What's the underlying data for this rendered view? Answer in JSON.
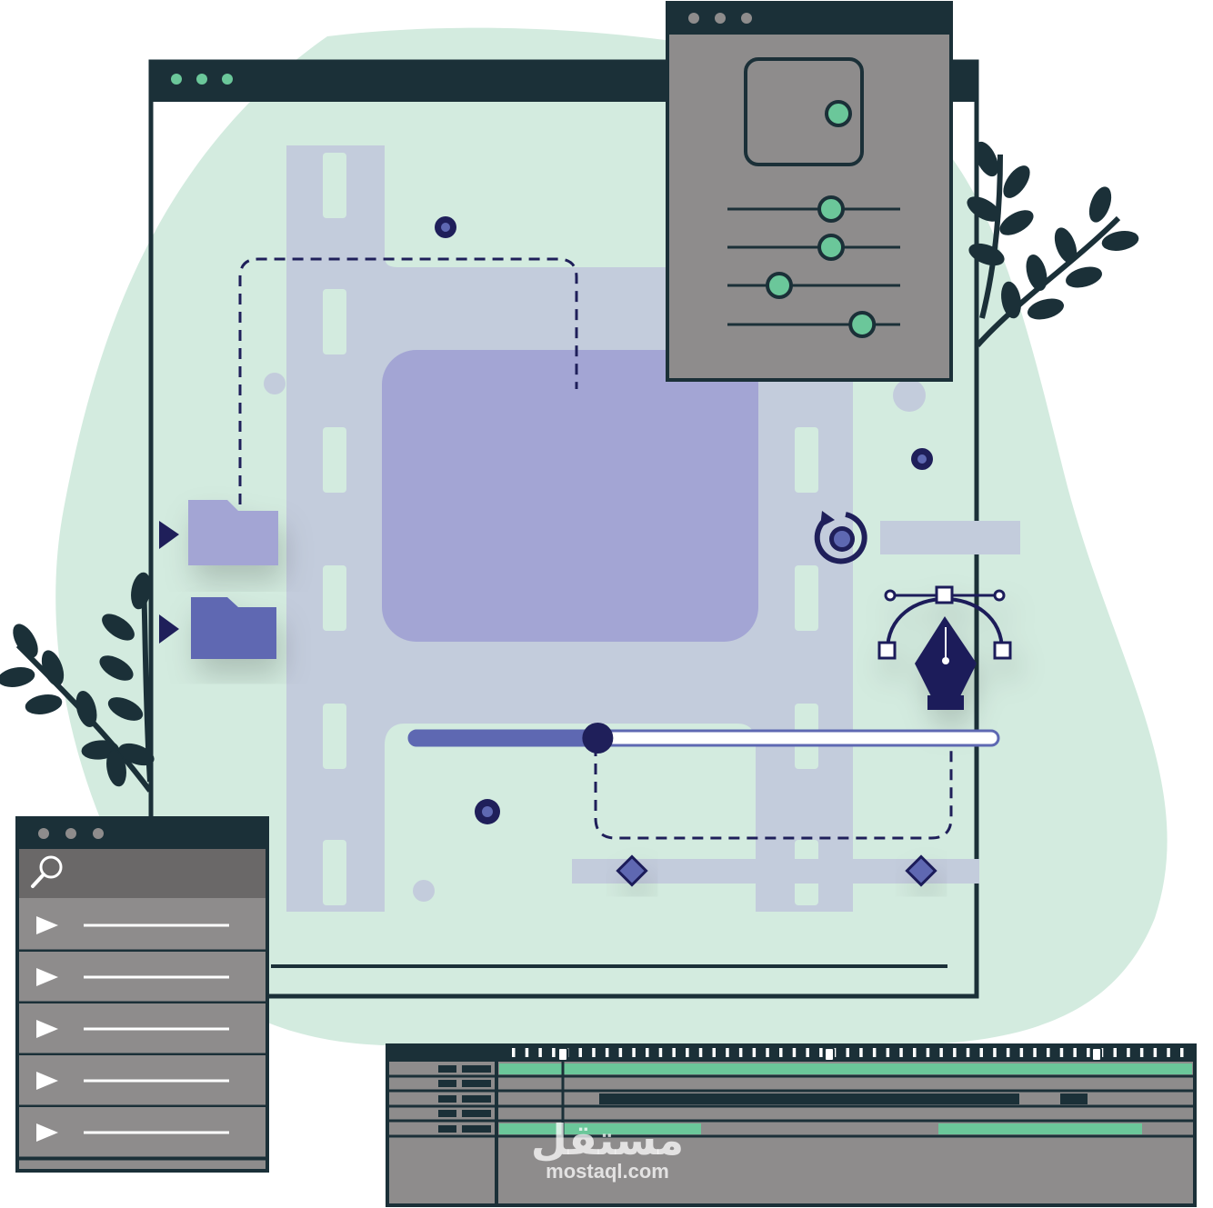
{
  "colors": {
    "dark": "#1b3038",
    "blob": "#d3ebdf",
    "film": "#c3ccdc",
    "lavender": "#a3a5d4",
    "violet": "#5e68b2",
    "navy": "#1f1f5a",
    "panel_gray": "#8e8c8c",
    "panel_dark_gray": "#6a6868",
    "green": "#6bc79a",
    "leaf": "#1b3038",
    "white": "#ffffff"
  },
  "icons": {
    "search": "search-icon",
    "play": "play-icon",
    "pen_tool": "pen-tool-icon",
    "rotate": "rotate-icon",
    "folder": "folder-icon",
    "keyframe": "keyframe-diamond-icon"
  },
  "adjust_panel": {
    "slider_levels": [
      0.6,
      0.6,
      0.3,
      0.78
    ]
  },
  "main_scrubber": {
    "progress": 0.32
  },
  "media_list": {
    "item_count": 5
  },
  "watermark": {
    "arabic": "مستقل",
    "latin": "mostaql.com"
  }
}
